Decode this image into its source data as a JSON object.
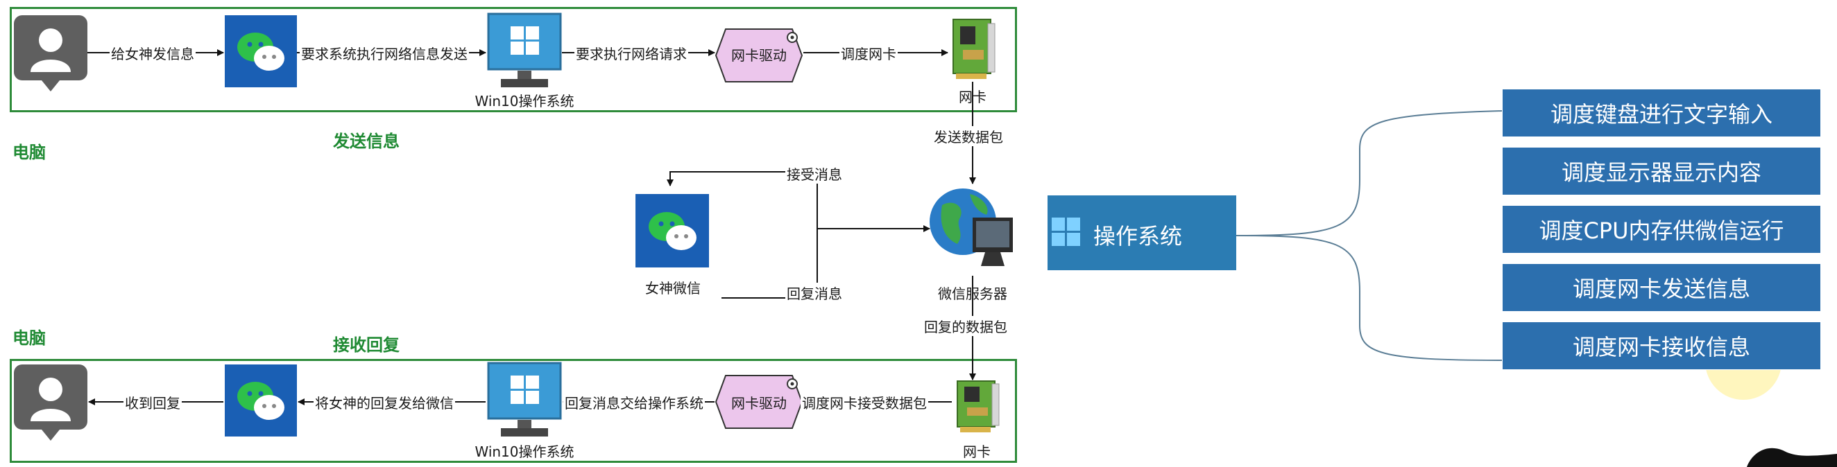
{
  "top_row": {
    "msg1": "给女神发信息",
    "msg2": "要求系统执行网络信息发送",
    "msg3": "要求执行网络请求",
    "msg4": "调度网卡",
    "os_caption": "Win10操作系统",
    "driver": "网卡驱动",
    "nic_caption": "网卡"
  },
  "labels": {
    "computer_top": "电脑",
    "send_info": "发送信息",
    "computer_bottom": "电脑",
    "receive_reply": "接收回复"
  },
  "middle": {
    "send_packet": "发送数据包",
    "receive_msg": "接受消息",
    "reply_msg": "回复消息",
    "goddess_wechat": "女神微信",
    "wechat_server": "微信服务器",
    "reply_packet": "回复的数据包"
  },
  "bottom_row": {
    "msg1": "收到回复",
    "msg2": "将女神的回复发给微信",
    "msg3": "回复消息交给操作系统",
    "msg4": "调度网卡接受数据包",
    "os_caption": "Win10操作系统",
    "driver": "网卡驱动",
    "nic_caption": "网卡"
  },
  "os_panel": {
    "title": "操作系统",
    "tasks": [
      "调度键盘进行文字输入",
      "调度显示器显示内容",
      "调度CPU内存供微信运行",
      "调度网卡发送信息",
      "调度网卡接收信息"
    ]
  }
}
